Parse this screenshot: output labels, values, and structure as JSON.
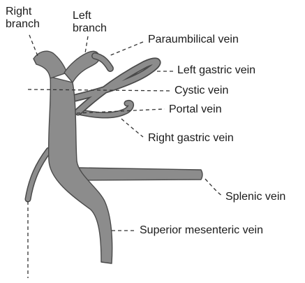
{
  "labels": {
    "right_branch": [
      "Right",
      "branch"
    ],
    "left_branch": [
      "Left",
      "branch"
    ],
    "paraumbilical_vein": "Paraumbilical vein",
    "left_gastric_vein": "Left gastric vein",
    "cystic_vein": "Cystic vein",
    "portal_vein": "Portal vein",
    "right_gastric_vein": "Right gastric vein",
    "splenic_vein": "Splenic vein",
    "superior_mesenteric_vein": "Superior mesenteric vein"
  },
  "colors": {
    "vein_fill": "#8c8c8c",
    "vein_outline": "#4a4a4a",
    "text": "#1a1a1a",
    "leader": "#333333",
    "background": "#ffffff"
  }
}
